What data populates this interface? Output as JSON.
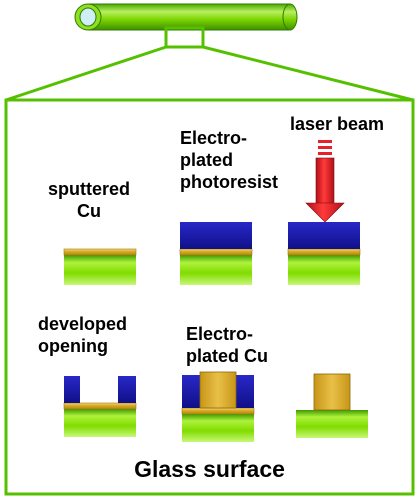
{
  "labels": {
    "sputtered_cu": "sputtered\nCu",
    "electroplated_photoresist": "Electro-\nplated\nphotoresist",
    "laser_beam": "laser beam",
    "developed_opening": "developed\nopening",
    "electroplated_cu": "Electro-\nplated Cu"
  },
  "footer": "Glass surface",
  "colors": {
    "glass": "#7ee000",
    "copper": "#e2b22a",
    "photoresist": "#1a1ab0",
    "laser": "#e8202a",
    "outline": "#55c000"
  }
}
